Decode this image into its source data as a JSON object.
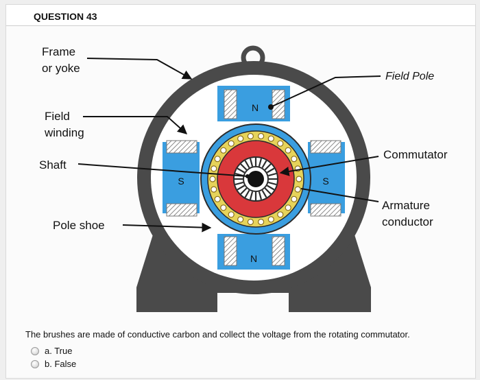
{
  "question": {
    "title": "QUESTION 43",
    "text": "The brushes are made of conductive carbon and collect the voltage from the rotating commutator.",
    "options": [
      {
        "label": "a. True"
      },
      {
        "label": "b. False"
      }
    ]
  },
  "diagram": {
    "labels": {
      "frame_line1": "Frame",
      "frame_line2": "or yoke",
      "field_pole": "Field Pole",
      "field_winding_line1": "Field",
      "field_winding_line2": "winding",
      "shaft": "Shaft",
      "commutator": "Commutator",
      "armature_line1": "Armature",
      "armature_line2": "conductor",
      "pole_shoe": "Pole shoe",
      "pole_top": "N",
      "pole_bottom": "N",
      "pole_left": "S",
      "pole_right": "S"
    },
    "colors": {
      "frame": "#4a4a4a",
      "pole": "#3a9ee0",
      "armature_red": "#d9383b",
      "conductor_ring": "#e6d35a"
    }
  }
}
